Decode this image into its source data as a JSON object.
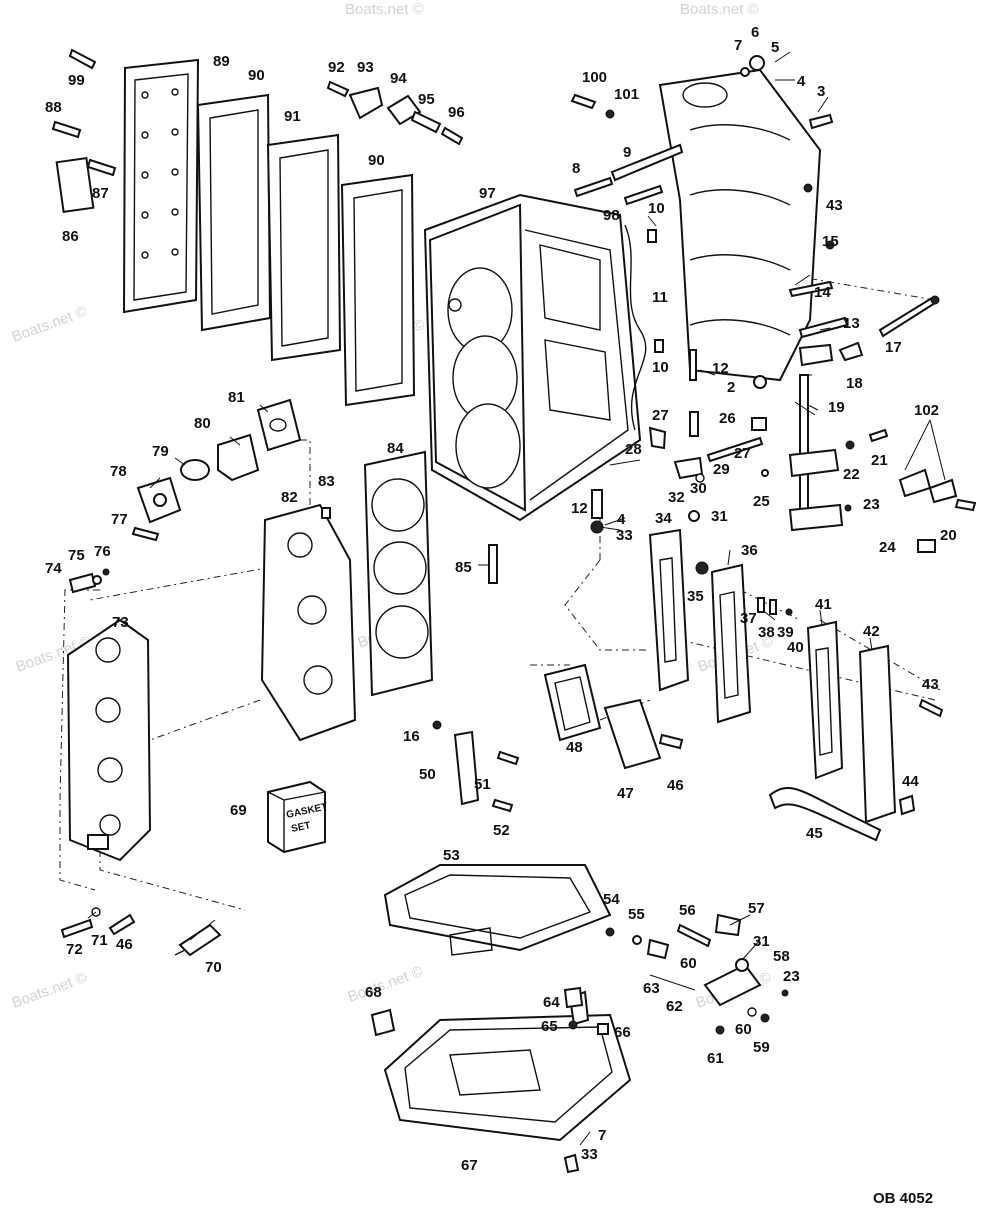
{
  "drawing_code": "OB 4052",
  "watermark": "Boats.net ©",
  "gasket_set_label": [
    "GASKET",
    "SET"
  ],
  "callouts": [
    "99",
    "89",
    "90",
    "92",
    "93",
    "94",
    "95",
    "96",
    "88",
    "87",
    "86",
    "91",
    "90",
    "100",
    "101",
    "6",
    "7",
    "5",
    "4",
    "3",
    "8",
    "9",
    "97",
    "98",
    "10",
    "43",
    "15",
    "11",
    "14",
    "13",
    "17",
    "10",
    "12",
    "18",
    "2",
    "19",
    "27",
    "26",
    "102",
    "28",
    "27",
    "29",
    "21",
    "22",
    "32",
    "30",
    "25",
    "23",
    "20",
    "24",
    "12",
    "4",
    "34",
    "31",
    "33",
    "36",
    "85",
    "35",
    "37",
    "38",
    "39",
    "41",
    "40",
    "42",
    "43",
    "81",
    "80",
    "79",
    "78",
    "77",
    "84",
    "83",
    "82",
    "74",
    "75",
    "76",
    "73",
    "16",
    "50",
    "51",
    "52",
    "48",
    "47",
    "46",
    "44",
    "45",
    "69",
    "53",
    "54",
    "55",
    "56",
    "57",
    "31",
    "58",
    "23",
    "60",
    "63",
    "62",
    "60",
    "59",
    "61",
    "64",
    "65",
    "66",
    "68",
    "67",
    "7",
    "33",
    "72",
    "71",
    "46",
    "70"
  ]
}
